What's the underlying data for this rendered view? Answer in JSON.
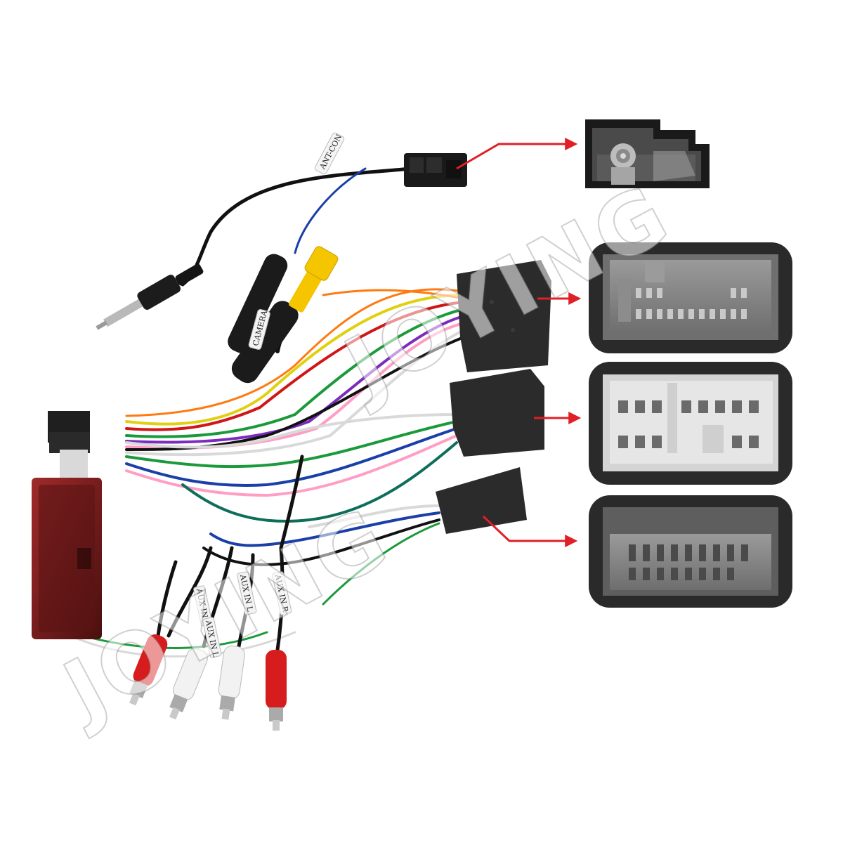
{
  "labels": {
    "ant": "ANT-CON",
    "camera": "CAMERA",
    "aux_in_r_1": "AUX IN R",
    "aux_in_l_1": "AUX IN L",
    "aux_in_l_2": "AUX IN L",
    "aux_in_r_2": "AUX IN R"
  },
  "watermark": "JOYING",
  "colors": {
    "arrow": "#e01f26",
    "foam": "#2b2b2b",
    "connector_white": "#e6e6e6",
    "rca_red": "#d61c1c",
    "rca_white": "#f2f2f2",
    "camera_yellow": "#f5c500",
    "module_red": "#7a1a1a"
  }
}
